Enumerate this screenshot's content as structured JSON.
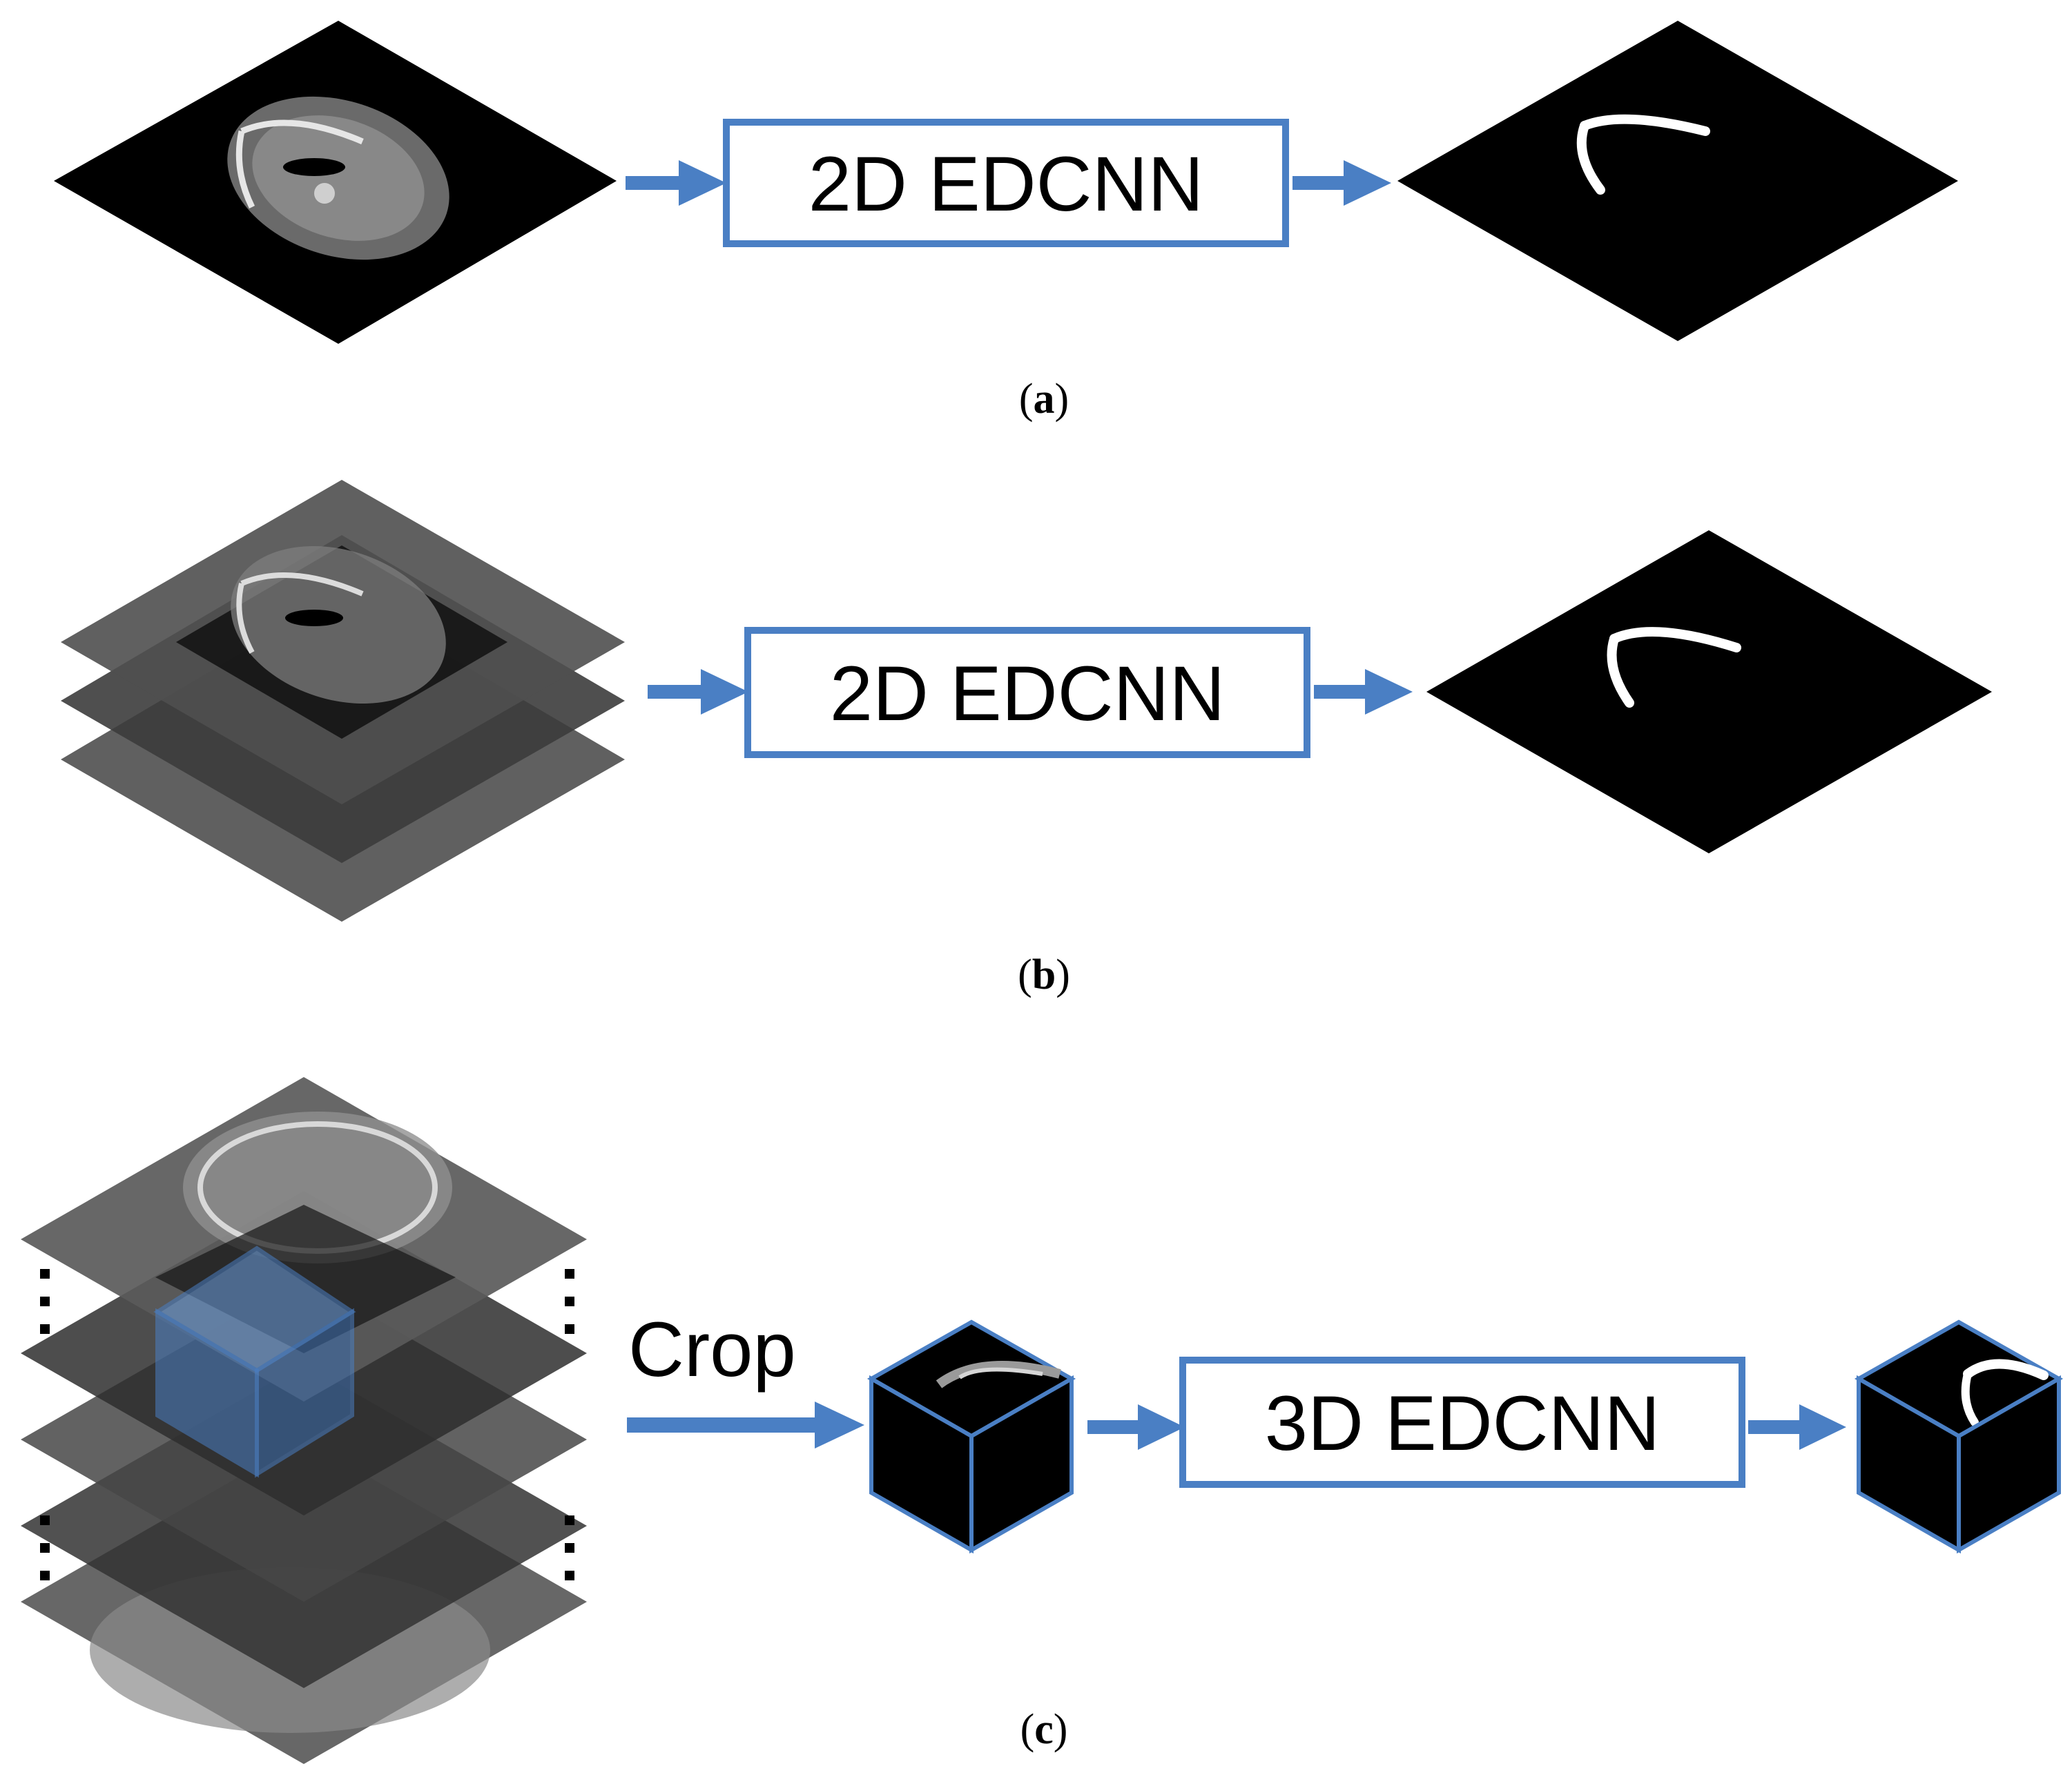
{
  "panel_a": {
    "process_label": "2D EDCNN",
    "caption_open": "(",
    "caption_letter": "a",
    "caption_close": ")"
  },
  "panel_b": {
    "process_label": "2D EDCNN",
    "caption_open": "(",
    "caption_letter": "b",
    "caption_close": ")"
  },
  "panel_c": {
    "crop_label": "Crop",
    "process_label": "3D EDCNN",
    "caption_open": "(",
    "caption_letter": "c",
    "caption_close": ")"
  },
  "colors": {
    "accent_blue": "#4a7fc4",
    "slice_black": "#000000",
    "slice_gray": "#555555",
    "mask_white": "#ffffff"
  }
}
